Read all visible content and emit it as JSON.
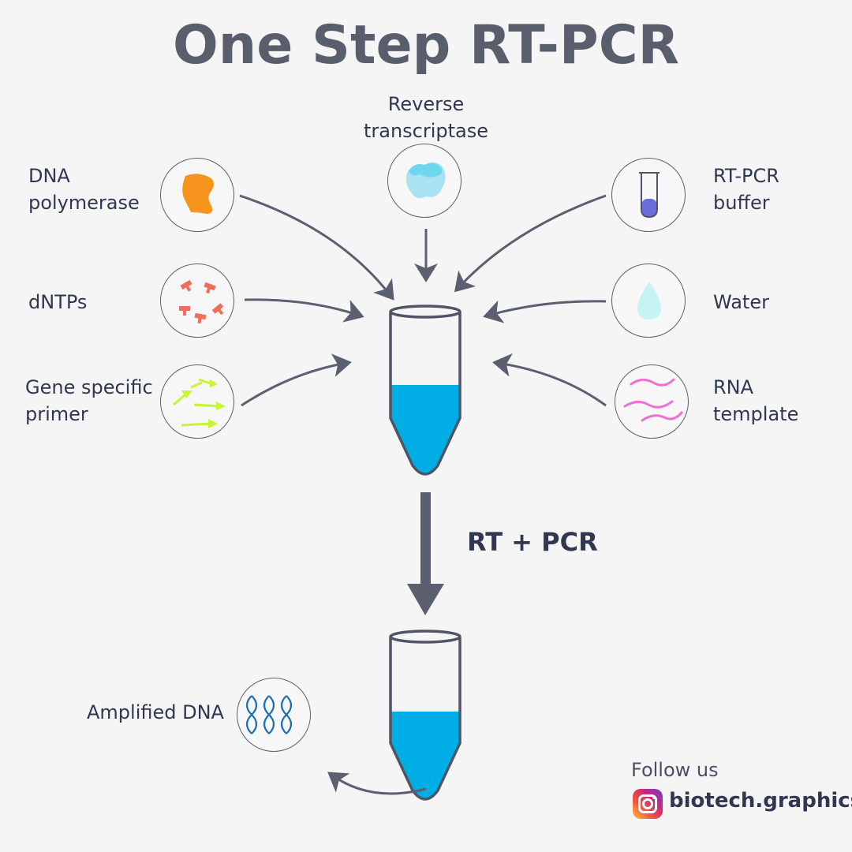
{
  "title": "One Step RT-PCR",
  "reagents": {
    "dna_polymerase": [
      "DNA",
      "polymerase"
    ],
    "reverse_transcriptase": [
      "Reverse",
      "transcriptase"
    ],
    "rt_pcr_buffer": [
      "RT-PCR",
      "buffer"
    ],
    "dntps": "dNTPs",
    "water": "Water",
    "gene_specific_primer": [
      "Gene specific",
      "primer"
    ],
    "rna_template": [
      "RNA",
      "template"
    ]
  },
  "process_label": "RT + PCR",
  "product_label": "Amplified DNA",
  "footer": {
    "follow_text": "Follow us",
    "handle": "biotech.graphics",
    "icon": "instagram-icon"
  },
  "colors": {
    "liquid": "#00aee6",
    "arrow": "#5a6070",
    "polymerase": "#f7941d",
    "dntp": "#f26d5b",
    "primer": "#c8f532",
    "rna": "#f06fd6",
    "dna": "#1c6fb5",
    "transcriptase_light": "#a9e3f2",
    "transcriptase_dark": "#6fd6ef",
    "buffer": "#6b6ddf",
    "water": "#c6f4f4"
  }
}
